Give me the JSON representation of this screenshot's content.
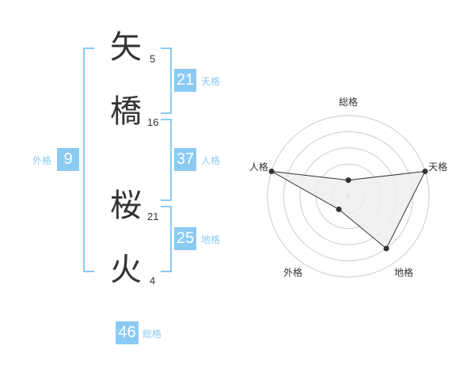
{
  "name": {
    "characters": [
      {
        "char": "矢",
        "strokes": "5"
      },
      {
        "char": "橋",
        "strokes": "16"
      },
      {
        "char": "桜",
        "strokes": "21"
      },
      {
        "char": "火",
        "strokes": "4"
      }
    ]
  },
  "fortunes": {
    "tenkaku": {
      "value": "21",
      "label": "天格"
    },
    "jinkaku": {
      "value": "37",
      "label": "人格"
    },
    "chikaku": {
      "value": "25",
      "label": "地格"
    },
    "gaikaku": {
      "value": "9",
      "label": "外格"
    },
    "soukaku": {
      "value": "46",
      "label": "総格"
    }
  },
  "chart_data": {
    "type": "radar",
    "axes": [
      "総格",
      "天格",
      "地格",
      "外格",
      "人格"
    ],
    "values": [
      0.2,
      1.0,
      0.8,
      0.2,
      1.0
    ],
    "max": 1.0,
    "rings": 5,
    "colors": {
      "fill": "#ededed",
      "stroke": "#333333",
      "grid": "#cccccc",
      "accent": "#8bcaf3"
    }
  }
}
